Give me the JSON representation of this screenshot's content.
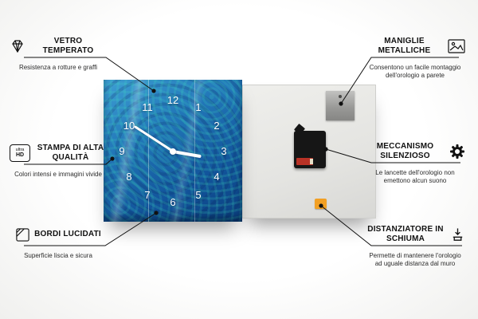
{
  "callouts": [
    {
      "id": "vetro-temperato",
      "side": "left",
      "icon": "diamond-icon",
      "title": "VETRO TEMPERATO",
      "subtitle": "Resistenza a rotture e graffi"
    },
    {
      "id": "stampa-alta-qualita",
      "side": "left",
      "icon": "ultra-hd-icon",
      "title": "STAMPA DI ALTA QUALITÀ",
      "subtitle": "Colori intensi e immagini vivide"
    },
    {
      "id": "bordi-lucidati",
      "side": "left",
      "icon": "polished-edge-icon",
      "title": "BORDI LUCIDATI",
      "subtitle": "Superficie liscia e sicura"
    },
    {
      "id": "maniglie-metalliche",
      "side": "right",
      "icon": "picture-frame-icon",
      "title": "MANIGLIE METALLICHE",
      "subtitle": "Consentono un facile montaggio dell'orologio a parete"
    },
    {
      "id": "meccanismo-silenzioso",
      "side": "right",
      "icon": "gear-icon",
      "title": "MECCANISMO SILENZIOSO",
      "subtitle": "Le lancette dell'orologio non emettono alcun suono"
    },
    {
      "id": "distanziatore-schiuma",
      "side": "right",
      "icon": "spacer-arrow-icon",
      "title": "DISTANZIATORE IN SCHIUMA",
      "subtitle": "Permette di mantenere l'orologio ad uguale distanza dal muro"
    }
  ],
  "icons": {
    "ultrahd": {
      "line1": "ultra",
      "line2": "HD"
    }
  },
  "clock": {
    "numerals": [
      "12",
      "1",
      "2",
      "3",
      "4",
      "5",
      "6",
      "7",
      "8",
      "9",
      "10",
      "11"
    ]
  },
  "colors": {
    "clock_face_blue": "#2277b8",
    "swirl_teal": "#40e3be",
    "back_panel_gray": "#e4e4e1",
    "mechanism_black": "#161616",
    "battery_red": "#b93226",
    "foam_orange": "#f2a024",
    "line_black": "#111111"
  }
}
